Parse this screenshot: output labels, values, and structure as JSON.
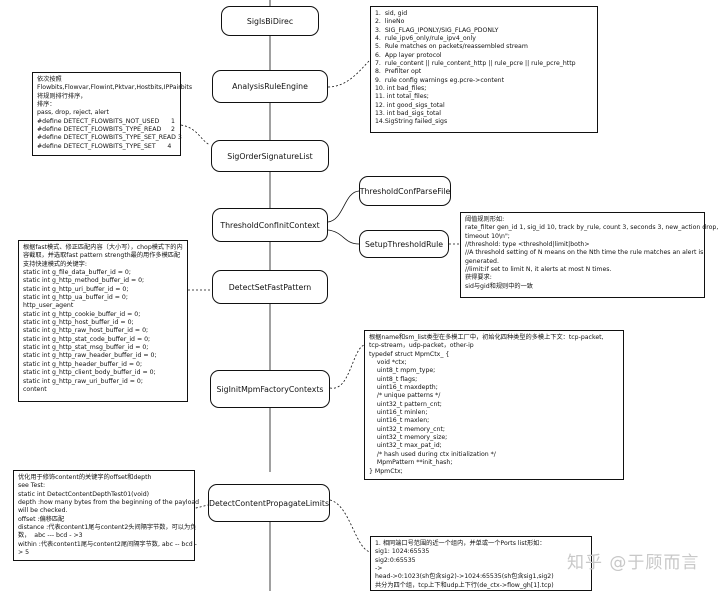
{
  "nodes": {
    "sig_is_bi_direc": "SigIsBiDirec",
    "analysis_rule_engine": "AnalysisRuleEngine",
    "sig_order_signature_list": "SigOrderSignatureList",
    "threshold_conf_init_context": "ThresholdConfInitContext",
    "threshold_conf_parse_file": "ThresholdConfParseFile",
    "setup_threshold_rule": "SetupThresholdRule",
    "detect_set_fast_pattern": "DetectSetFastPattern",
    "sig_init_mpm_factory_contexts": "SigInitMpmFactoryContexts",
    "detect_content_propagate_limits": "DetectContentPropagateLimits"
  },
  "notes": {
    "rule_engine_list": [
      "1.  sid, gid",
      "2.  lineNo",
      "3.  SIG_FLAG_IPONLY/SIG_FLAG_PDONLY",
      "4.  rule_ipv6_only/rule_ipv4_only",
      "5.  Rule matches on packets/reassembled stream",
      "6.  App layer protocol",
      "7.  rule_content || rule_content_http || rule_pcre || rule_pcre_http",
      "8.  Prefilter opt",
      "9.  rule config warnings eg.pcre->content",
      "10. int bad_files;",
      "11. int total_files;",
      "12. int good_sigs_total",
      "13. int bad_sigs_total",
      "14.SigString failed_sigs"
    ],
    "flowbits_order": [
      "依次按照",
      "Flowbits,Flowvar,Flowint,Pktvar,Hostbits,IPPairbits",
      "将规则排行排序，",
      "排序：",
      "pass, drop, reject, alert",
      "#define DETECT_FLOWBITS_NOT_USED      1",
      "#define DETECT_FLOWBITS_TYPE_READ     2",
      "#define DETECT_FLOWBITS_TYPE_SET_READ 3",
      "#define DETECT_FLOWBITS_TYPE_SET      4"
    ],
    "threshold_rule": [
      "阈值规则形如:",
      "rate_filter gen_id 1, sig_id 10, track by_rule, count 3, seconds 3, new_action drop,",
      "timeout 10\\n\";",
      "//threshold: type <threshold|limit|both>",
      "//A threshold setting of N means on the Nth time the rule matches an alert is",
      "generated.",
      "//limit:if set to limit N, it alerts at most N times.",
      "获得要求:",
      "sid与gid和规则中的一致"
    ],
    "fast_pattern": [
      "根据fast模式、修正匹配内容（大小写），chop模式下的内",
      "容截取，并选取fast pattern strength最的用作多模匹配",
      "支持快速模式的关键字:",
      "static int g_file_data_buffer_id = 0;",
      "static int g_http_method_buffer_id = 0;",
      "static int g_http_uri_buffer_id = 0;",
      "static int g_http_ua_buffer_id = 0;",
      "http_user_agent",
      "static int g_http_cookie_buffer_id = 0;",
      "static int g_http_host_buffer_id = 0;",
      "static int g_http_raw_host_buffer_id = 0;",
      "static int g_http_stat_code_buffer_id = 0;",
      "static int g_http_stat_msg_buffer_id = 0;",
      "static int g_http_raw_header_buffer_id = 0;",
      "static int g_http_header_buffer_id = 0;",
      "static int g_http_client_body_buffer_id = 0;",
      "static int g_http_raw_uri_buffer_id = 0;",
      "content"
    ],
    "mpm_ctx": [
      "根据name和sm_list类型在多模工厂中，初始化四种类型的多模上下文：tcp-packet,",
      "tcp-stream，udp-packet，other-ip",
      "typedef struct MpmCtx_ {",
      "    void *ctx;",
      "    uint8_t mpm_type;",
      "    uint8_t flags;",
      "    uint16_t maxdepth;",
      "    /* unique patterns */",
      "    uint32_t pattern_cnt;",
      "    uint16_t minlen;",
      "    uint16_t maxlen;",
      "    uint32_t memory_cnt;",
      "    uint32_t memory_size;",
      "    uint32_t max_pat_id;",
      "    /* hash used during ctx initialization */",
      "    MpmPattern **init_hash;",
      "} MpmCtx;"
    ],
    "content_depth": [
      "优化用于修饰content的关键字的offset和depth",
      "see Test:",
      "static int DetectContentDepthTest01(void)",
      "depth :how many bytes from the beginning of the payload",
      "will be checked.",
      "offset :偏移匹配",
      "distance :代表content1尾与content2头间隔字节数，可以为负",
      "数，  abc --- bcd - >3",
      "within :代表content1尾与content2尾间隔字节数, abc -- bcd -",
      "> 5"
    ],
    "ports": [
      "1. 相同端口号范围的近一个组内，并单或一个Ports list形如：",
      "sig1: 1024:65535",
      "sig2:0:65535",
      "->",
      "head->0:1023(sh包含sig2)->1024:65535(sh包含sig1,sig2)",
      "共分为四个组，tcp上下和udp上下行(de_ctx->flow_gh[1].tcp)"
    ]
  },
  "watermark": "知乎 @于顾而言"
}
